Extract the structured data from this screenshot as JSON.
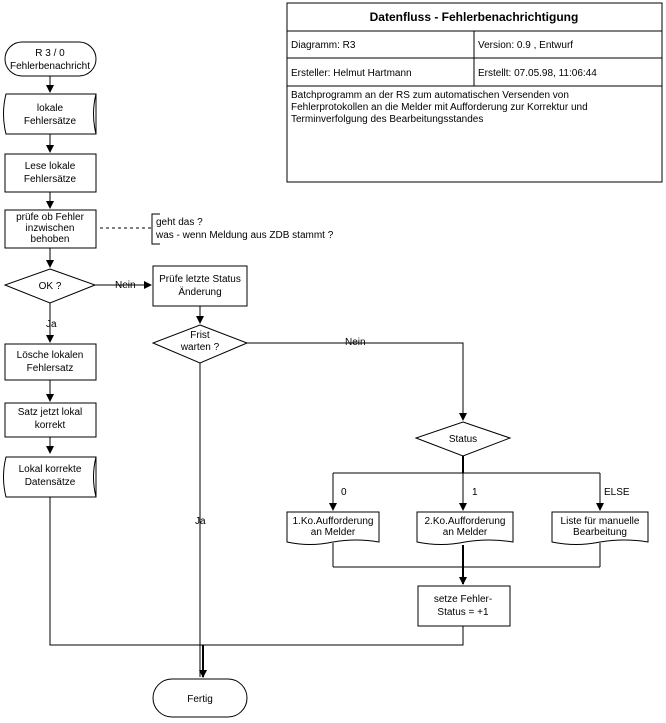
{
  "info_box": {
    "title": "Datenfluss - Fehlerbenachrichtigung",
    "diagram": "Diagramm: R3",
    "version": "Version: 0.9 , Entwurf",
    "author": "Ersteller: Helmut Hartmann",
    "created": "Erstellt:  07.05.98, 11:06:44",
    "description": [
      "Batchprogramm an der RS zum automatischen Versenden von",
      "Fehlerprotokollen an die Melder mit Aufforderung zur Korrektur und",
      "Terminverfolgung des Bearbeitungsstandes"
    ]
  },
  "nodes": {
    "start": [
      "R 3 / 0",
      "Fehlerbenachricht"
    ],
    "local_errors": [
      "lokale",
      "Fehlersätze"
    ],
    "read_local": [
      "Lese lokale",
      "Fehlersätze"
    ],
    "check_fixed": [
      "prüfe ob Fehler",
      "inzwischen",
      "behoben"
    ],
    "ok_decision": [
      "OK ?"
    ],
    "check_status": [
      "Prüfe letzte Status",
      "Änderung"
    ],
    "deadline_decision": [
      "Frist",
      "warten ?"
    ],
    "delete_local": [
      "Lösche lokalen",
      "Fehlersatz"
    ],
    "record_correct": [
      "Satz jetzt lokal",
      "korrekt"
    ],
    "correct_records": [
      "Lokal korrekte",
      "Datensätze"
    ],
    "status_decision": [
      "Status"
    ],
    "first_request": [
      "1.Ko.Aufforderung",
      "an Melder"
    ],
    "second_request": [
      "2.Ko.Aufforderung",
      "an Melder"
    ],
    "manual_list": [
      "Liste für manuelle",
      "Bearbeitung"
    ],
    "set_status": [
      "setze Fehler-",
      "Status = +1"
    ],
    "end": [
      "Fertig"
    ]
  },
  "annotation": [
    "geht das  ?",
    "was - wenn Meldung aus ZDB stammt ?"
  ],
  "edge_labels": {
    "nein_1": "Nein",
    "ja_1": "Ja",
    "nein_2": "Nein",
    "ja_2": "Ja",
    "status_0": "0",
    "status_1": "1",
    "status_else": "ELSE"
  }
}
